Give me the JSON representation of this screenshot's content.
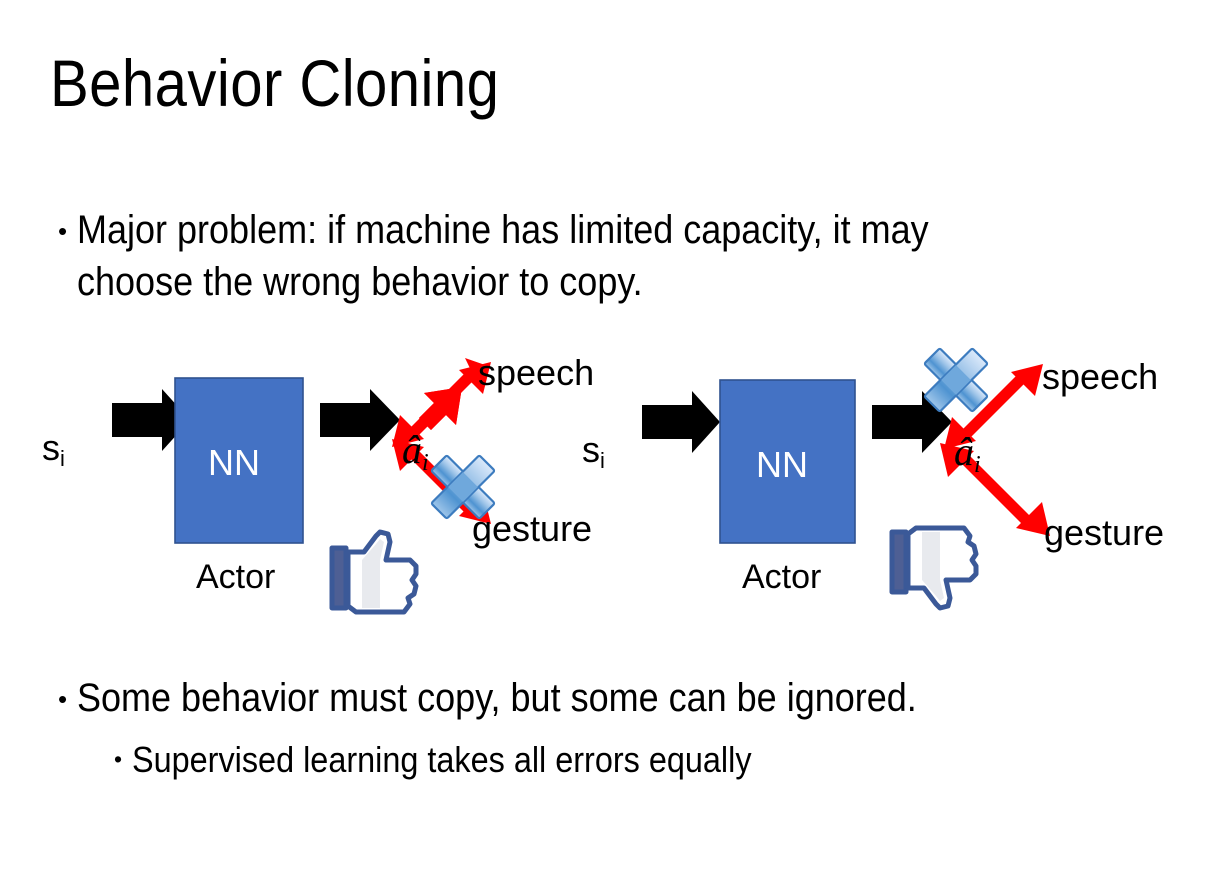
{
  "slide": {
    "title": "Behavior Cloning",
    "background_color": "#FFFFFF",
    "text_color": "#000000"
  },
  "bullets": [
    {
      "level": 1,
      "marker": "•",
      "text": "Major problem: if machine has limited capacity, it may choose the wrong behavior to copy."
    },
    {
      "level": 1,
      "marker": "•",
      "text": "Some behavior must copy, but some can be ignored."
    },
    {
      "level": 2,
      "marker": "•",
      "text": "Supervised learning takes all errors equally"
    }
  ],
  "colors": {
    "nn_box_fill": "#4472C4",
    "nn_box_border": "#2F528F",
    "arrow_black": "#000000",
    "arrow_red": "#FF0000",
    "cross_blue_light": "#C6DCF5",
    "cross_blue_mid": "#5B9BD5",
    "cross_blue_dark": "#2E75B6",
    "cross_outline": "#1F4E79",
    "thumb_outline": "#3B5998",
    "thumb_fill": "#FFFFFF",
    "thumb_cuff": "#4E5F94",
    "thumb_shadow": "#E4E6EB"
  },
  "diagrams": [
    {
      "id": "left",
      "input_label": "s",
      "input_subscript": "i",
      "box_label": "NN",
      "box_caption": "Actor",
      "output_label": "â",
      "output_subscript": "i",
      "branches": [
        {
          "name": "speech",
          "label": "speech",
          "direction": "up-right",
          "crossed": false
        },
        {
          "name": "gesture",
          "label": "gesture",
          "direction": "down-right",
          "crossed": true
        }
      ],
      "verdict_icon": "thumbs-up-icon",
      "verdict": "good"
    },
    {
      "id": "right",
      "input_label": "s",
      "input_subscript": "i",
      "box_label": "NN",
      "box_caption": "Actor",
      "output_label": "â",
      "output_subscript": "i",
      "branches": [
        {
          "name": "speech",
          "label": "speech",
          "direction": "up-right",
          "crossed": true
        },
        {
          "name": "gesture",
          "label": "gesture",
          "direction": "down-right",
          "crossed": false
        }
      ],
      "verdict_icon": "thumbs-down-icon",
      "verdict": "bad"
    }
  ]
}
